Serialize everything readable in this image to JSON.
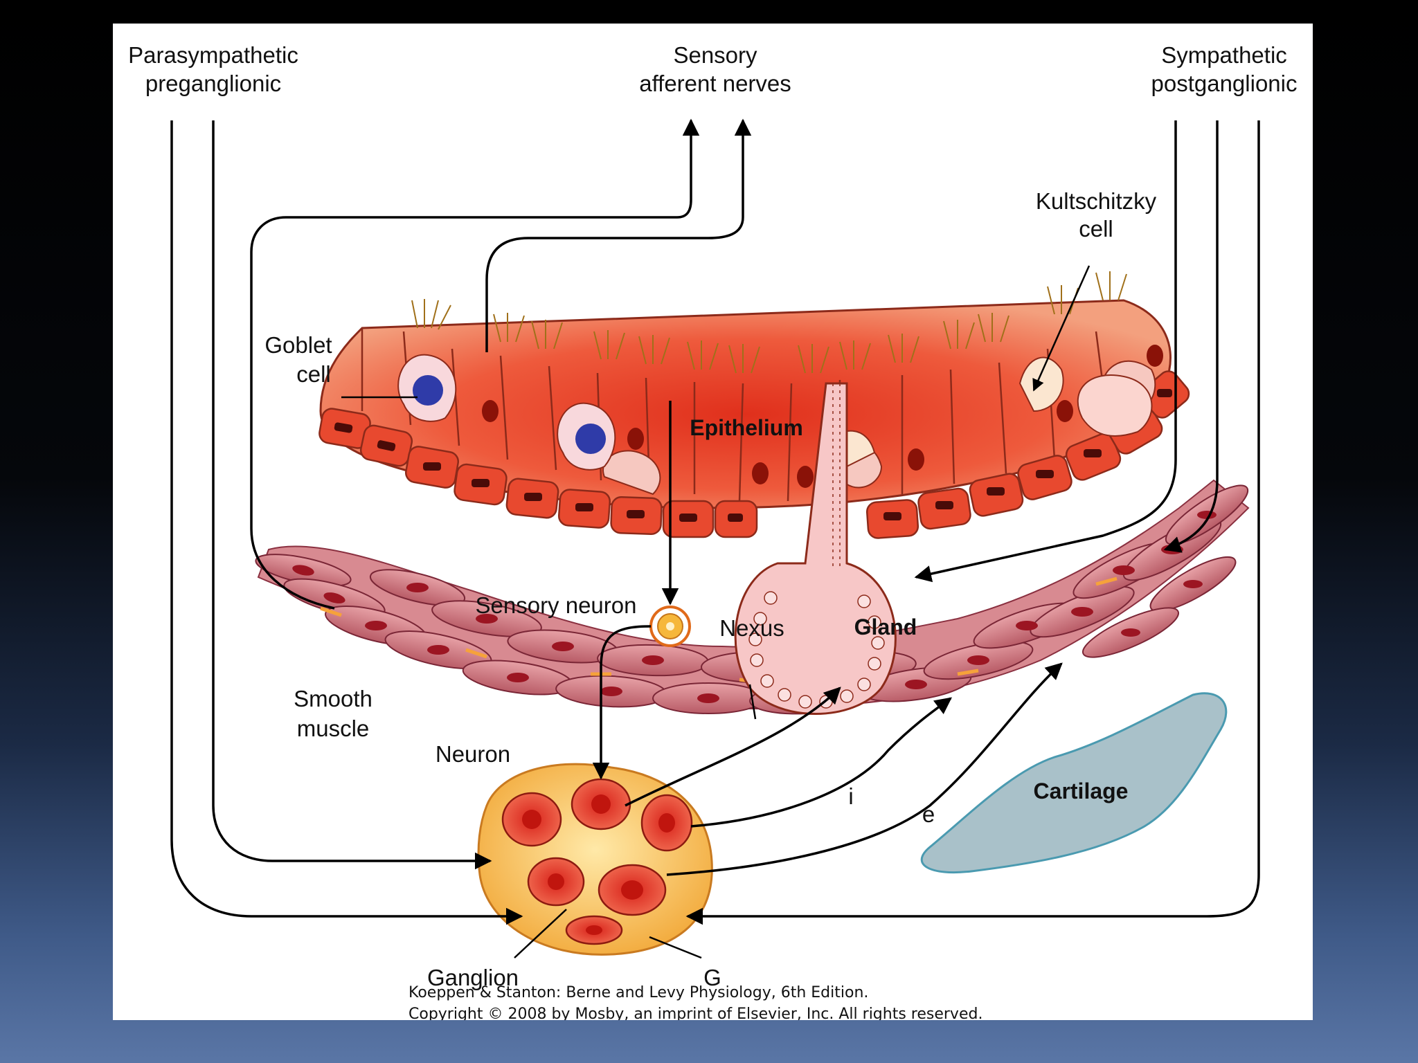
{
  "labels": {
    "parasympathetic": [
      "Parasympathetic",
      "preganglionic"
    ],
    "sensory_afferent": [
      "Sensory",
      "afferent nerves"
    ],
    "sympathetic": [
      "Sympathetic",
      "postganglionic"
    ],
    "kultschitzky": [
      "Kultschitzky",
      "cell"
    ],
    "goblet": [
      "Goblet",
      "cell"
    ],
    "epithelium": "Epithelium",
    "sensory_neuron": "Sensory neuron",
    "nexus": "Nexus",
    "gland": "Gland",
    "smooth_muscle": [
      "Smooth",
      "muscle"
    ],
    "neuron": "Neuron",
    "i": "i",
    "e": "e",
    "cartilage": "Cartilage",
    "ganglion": "Ganglion",
    "g": "G"
  },
  "credit": {
    "line1": "Koeppen & Stanton: Berne and Levy Physiology, 6th Edition.",
    "line2": "Copyright © 2008 by Mosby, an imprint of Elsevier, Inc. All rights reserved."
  },
  "colors": {
    "epithelium": "#e8492f",
    "muscle": "#c96a73",
    "ganglion": "#f5b942",
    "cartilage": "#a9c1c9",
    "gland": "#f7c7c7"
  }
}
